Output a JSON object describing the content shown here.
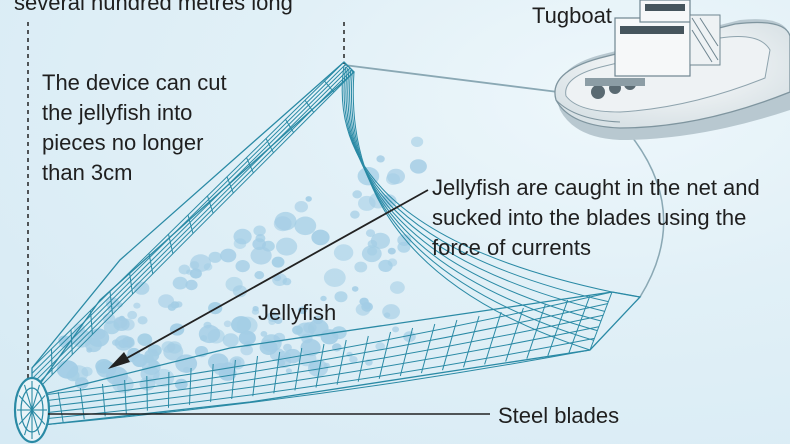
{
  "labels": {
    "top_caption": "several hundred metres long",
    "device_text": "The device can cut the jellyfish into pieces no longer than 3cm",
    "jellyfish_caught_text": "Jellyfish are caught in the net and sucked into the blades using the force of currents",
    "tugboat": "Tugboat",
    "jellyfish": "Jellyfish",
    "steel_blades": "Steel blades"
  },
  "colors": {
    "net": "#2a8aa5",
    "jellyfish": "#a3cde5",
    "text": "#1f1f1f",
    "boat_hull": "#f4f6f7",
    "boat_shadow": "#b8c8d0",
    "blade": "#2a8aa5"
  }
}
